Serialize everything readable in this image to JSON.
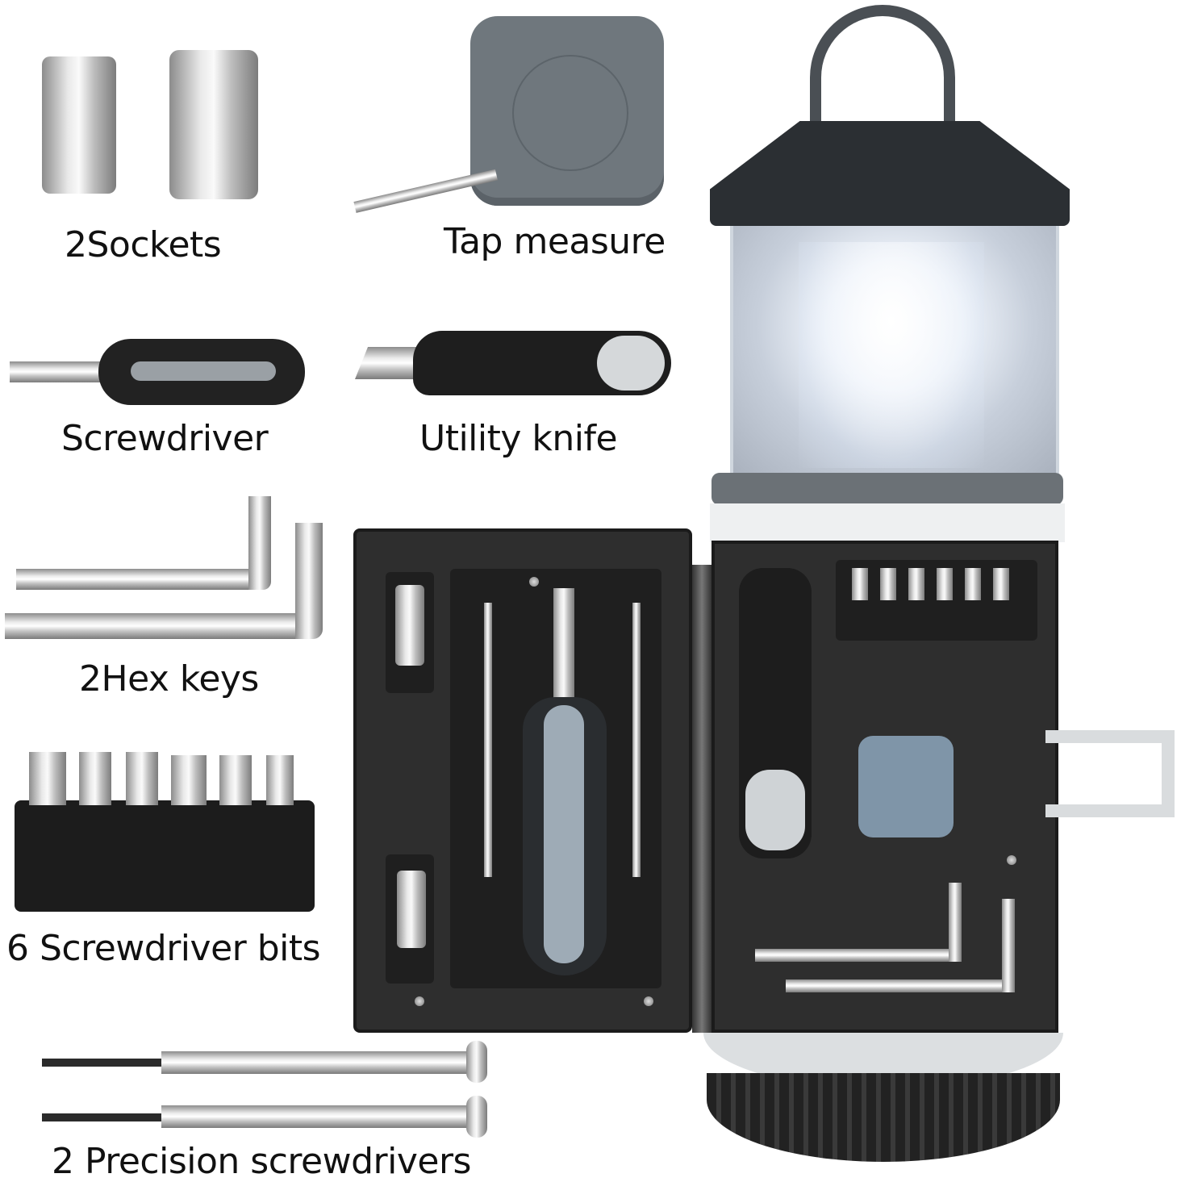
{
  "labels": {
    "sockets": "2Sockets",
    "tape_measure": "Tap measure",
    "screwdriver": "Screwdriver",
    "utility_knife": "Utility knife",
    "hex_keys": "2Hex keys",
    "screwdriver_bits": "6 Screwdriver bits",
    "precision_screwdrivers": "2 Precision screwdrivers"
  },
  "colors": {
    "background": "#ffffff",
    "case_body": "#2e2e2e",
    "lantern_top": "#2b2f33",
    "tape_measure_gray": "#6f777d",
    "accent_blue_gray": "#7f95a8",
    "light_gray": "#d9dcde"
  }
}
